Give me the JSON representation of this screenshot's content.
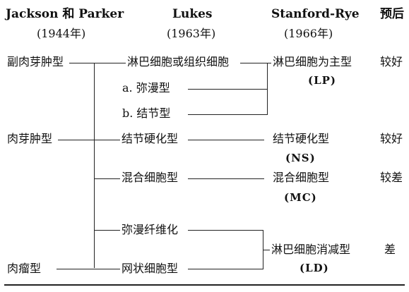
{
  "header": {
    "col1": "Jackson 和 Parker",
    "col1_year": "(1944年)",
    "col2": "Lukes",
    "col2_year": "(1963年)",
    "col3": "Stanford-Rye",
    "col3_year": "(1966年)",
    "col4": "预后"
  },
  "jackson": {
    "paragranuloma": "副肉芽肿型",
    "granuloma": "肉芽肿型",
    "sarcoma": "肉瘤型"
  },
  "lukes": {
    "lymphocytic_histiocytic": "淋巴细胞或组织细胞",
    "diffuse": "a. 弥漫型",
    "nodular": "b. 结节型",
    "nodular_sclerosis": "结节硬化型",
    "mixed_cellularity": "混合细胞型",
    "diffuse_fibrosis": "弥漫纤维化",
    "reticular": "网状细胞型"
  },
  "rye": {
    "lp": "淋巴细胞为主型",
    "lp_abbr": "(LP)",
    "ns": "结节硬化型",
    "ns_abbr": "(NS)",
    "mc": "混合细胞型",
    "mc_abbr": "(MC)",
    "ld": "淋巴细胞消减型",
    "ld_abbr": "(LD)"
  },
  "prognosis": {
    "lp": "较好",
    "ns": "较好",
    "mc": "较差",
    "ld": "差"
  }
}
